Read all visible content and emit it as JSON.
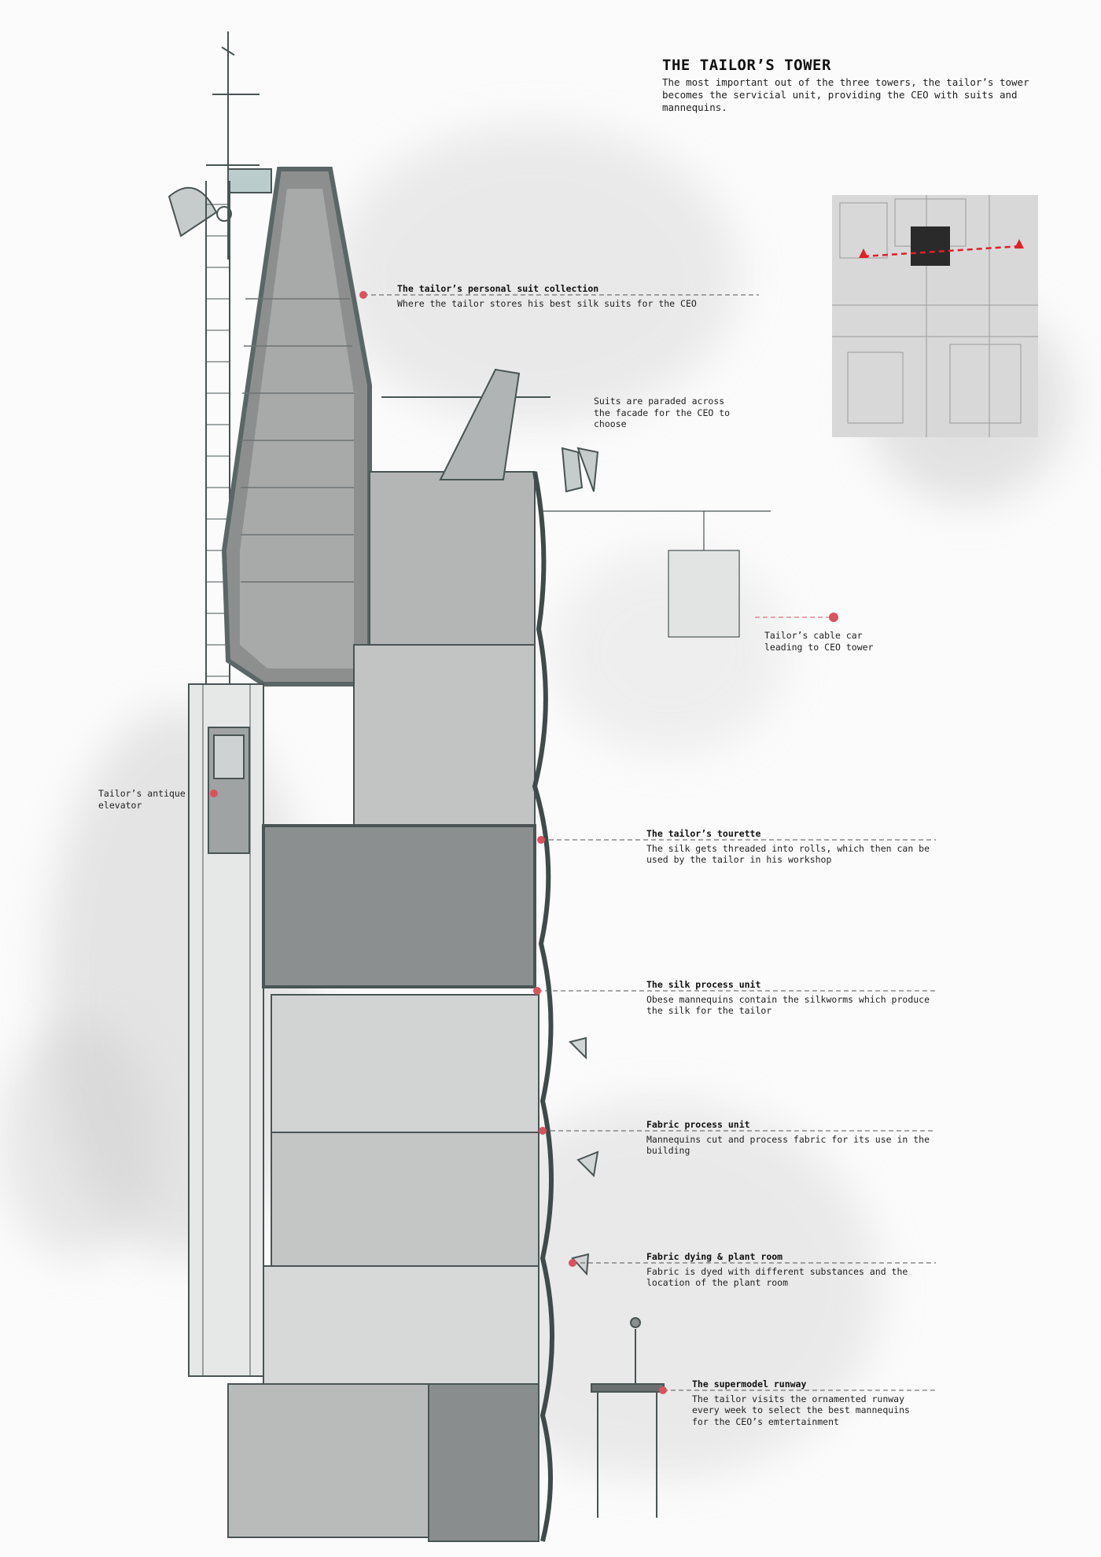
{
  "title": "THE TAILOR’S TOWER",
  "intro": "The most important out of the three towers, the tailor’s tower becomes the servicial unit, providing the CEO with suits and mannequins.",
  "accent_color": "#d9535f",
  "line_color": "#555555",
  "annotations": [
    {
      "title": "The tailor’s personal suit collection",
      "description": "Where the tailor stores his best silk suits for the CEO"
    },
    {
      "title": "",
      "description": "Suits are paraded across the facade for the CEO to choose"
    },
    {
      "title": "",
      "description": "Tailor’s cable car leading to CEO tower"
    },
    {
      "title": "",
      "description": "Tailor’s antique elevator"
    },
    {
      "title": "The tailor’s tourette",
      "description": "The silk gets threaded into rolls, which then can be used by the tailor in his workshop"
    },
    {
      "title": "The silk process unit",
      "description": "Obese mannequins contain the silkworms which produce the silk for the tailor"
    },
    {
      "title": "Fabric process unit",
      "description": "Mannequins cut and process fabric for its use in the building"
    },
    {
      "title": "Fabric dying & plant room",
      "description": "Fabric is dyed with different substances and the location of the plant room"
    },
    {
      "title": "The supermodel runway",
      "description": "The tailor visits the ornamented runway every week to select the best mannequins for the CEO’s emtertainment"
    }
  ]
}
